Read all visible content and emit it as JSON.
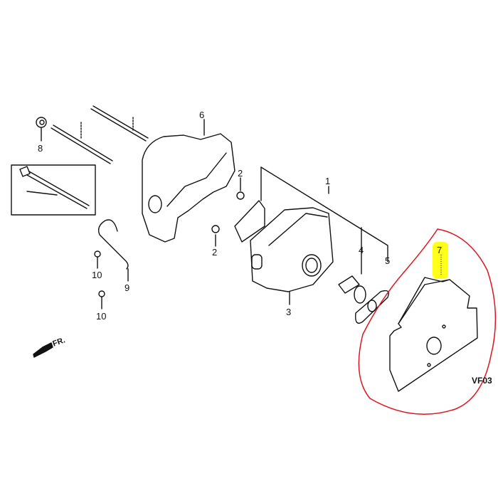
{
  "diagram": {
    "type": "exploded-parts-diagram",
    "code": "VF03",
    "direction_label": "FR.",
    "colors": {
      "line": "#111111",
      "highlight_circle": "#e0141e",
      "highlight_marker": "#ffff00"
    },
    "callouts": [
      {
        "id": "1",
        "label": "1",
        "part": "muffler-assembly"
      },
      {
        "id": "2a",
        "label": "2",
        "part": "washer"
      },
      {
        "id": "2b",
        "label": "2",
        "part": "washer"
      },
      {
        "id": "3",
        "label": "3",
        "part": "muffler-body"
      },
      {
        "id": "4",
        "label": "4",
        "part": "muffler-protector-cover"
      },
      {
        "id": "5",
        "label": "5",
        "part": "spark-arrester-screen"
      },
      {
        "id": "6",
        "label": "6",
        "part": "muffler-gasket"
      },
      {
        "id": "7",
        "label": "7",
        "part": "heat-shield",
        "highlighted": true
      },
      {
        "id": "8",
        "label": "8",
        "part": "nut"
      },
      {
        "id": "9",
        "label": "9",
        "part": "spring-clip"
      },
      {
        "id": "10a",
        "label": "10",
        "part": "nut"
      },
      {
        "id": "10b",
        "label": "10",
        "part": "nut"
      }
    ]
  }
}
